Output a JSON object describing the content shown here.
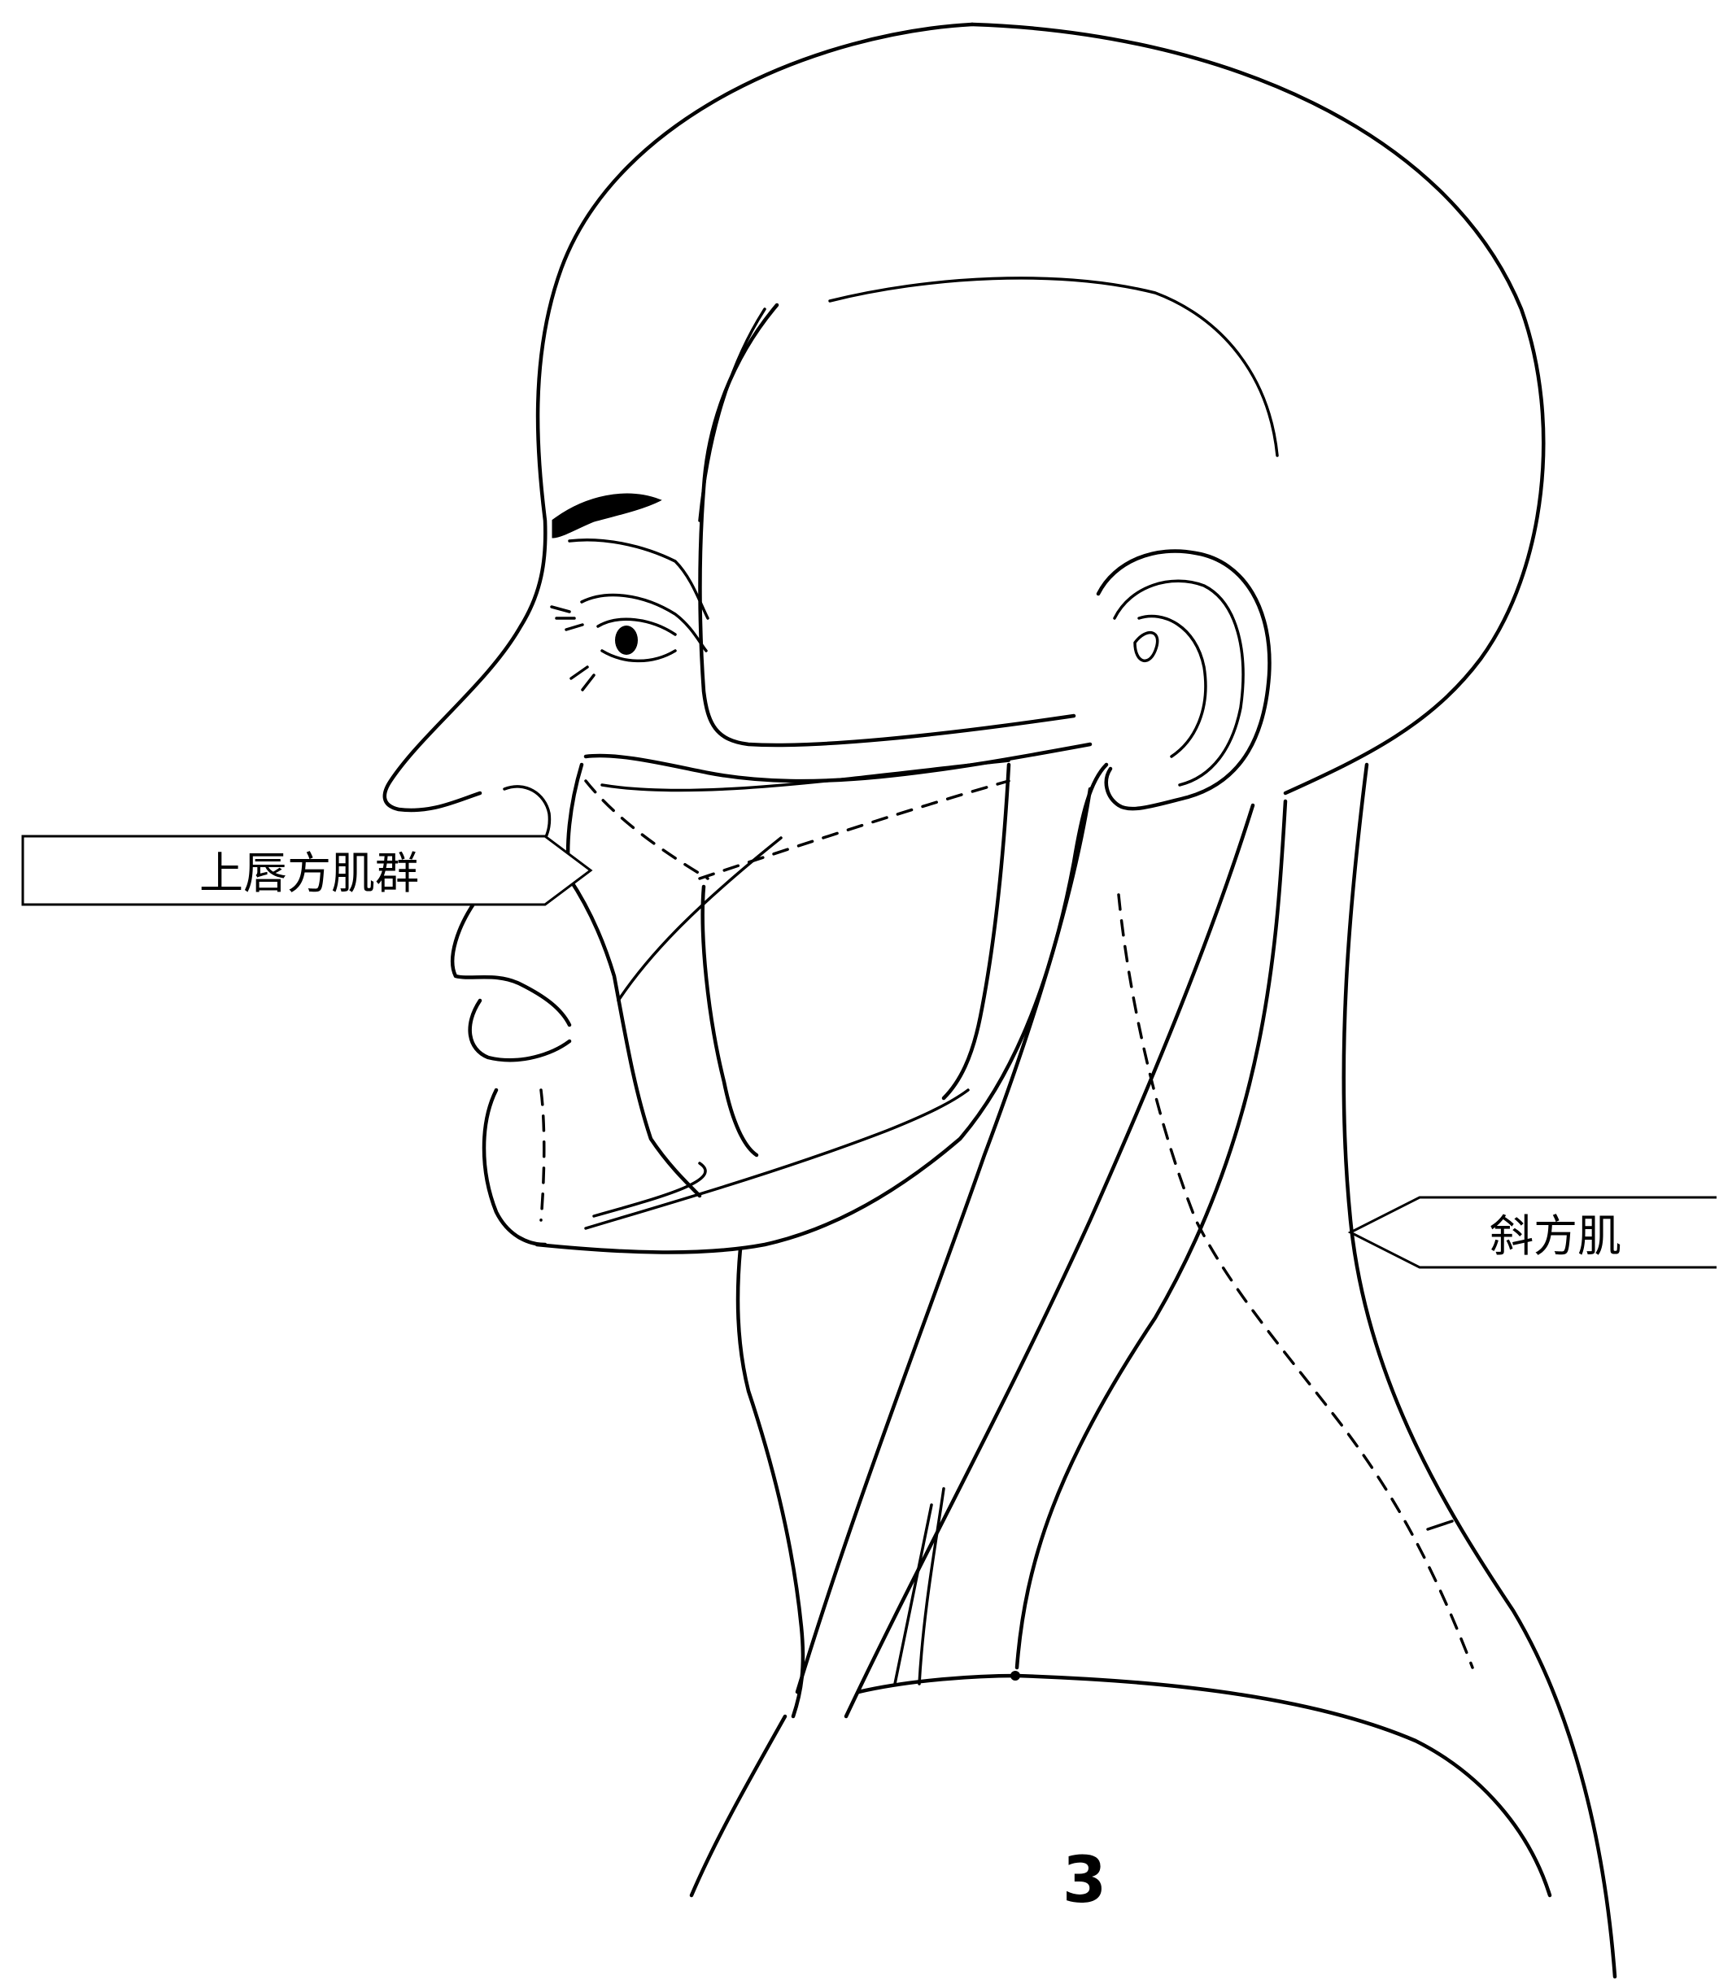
{
  "labels": {
    "upper_lip_muscles": "上唇方肌群",
    "trapezius": "斜方肌"
  },
  "plate_number": "3",
  "colors": {
    "ink": "#000000",
    "paper": "#ffffff"
  }
}
